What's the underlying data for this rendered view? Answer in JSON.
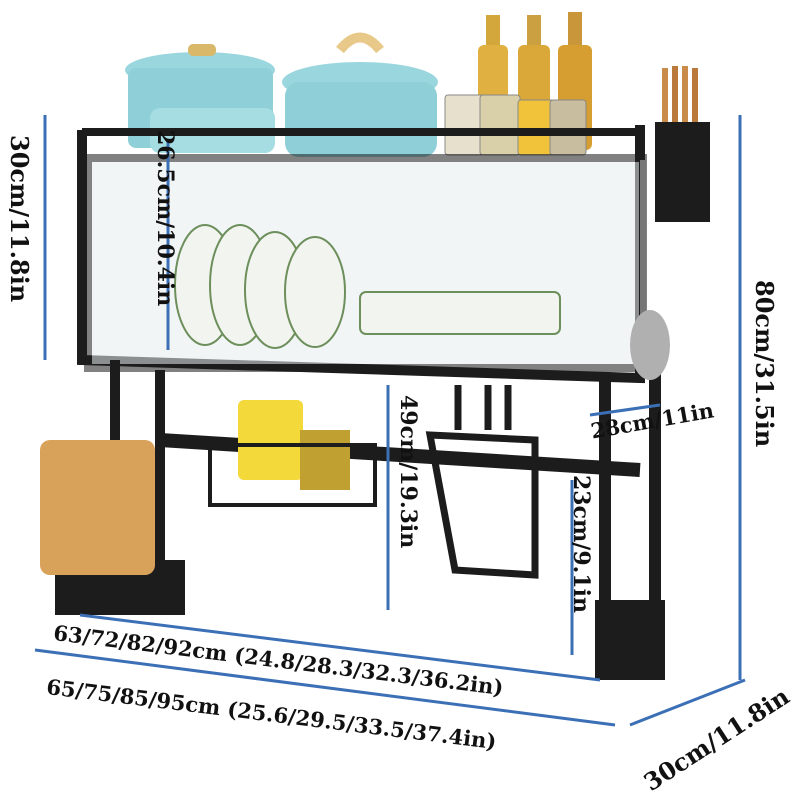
{
  "dimensions": {
    "left_height": "30cm/11.8in",
    "top_shelf_height": "26.5cm/10.4in",
    "total_height": "80cm/31.5in",
    "middle_clearance": "49cm/19.3in",
    "holder_width": "28cm/11in",
    "holder_height": "23cm/9.1in",
    "inner_width": "63/72/82/92cm (24.8/28.3/32.3/36.2in)",
    "outer_width": "65/75/85/95cm (25.6/29.5/33.5/37.4in)",
    "depth": "30cm/11.8in"
  },
  "colors": {
    "frame": "#1c1c1c",
    "dimension_line": "#3b6fb6",
    "pot_blue": "#8fd0d8",
    "wood": "#d9a25a"
  }
}
